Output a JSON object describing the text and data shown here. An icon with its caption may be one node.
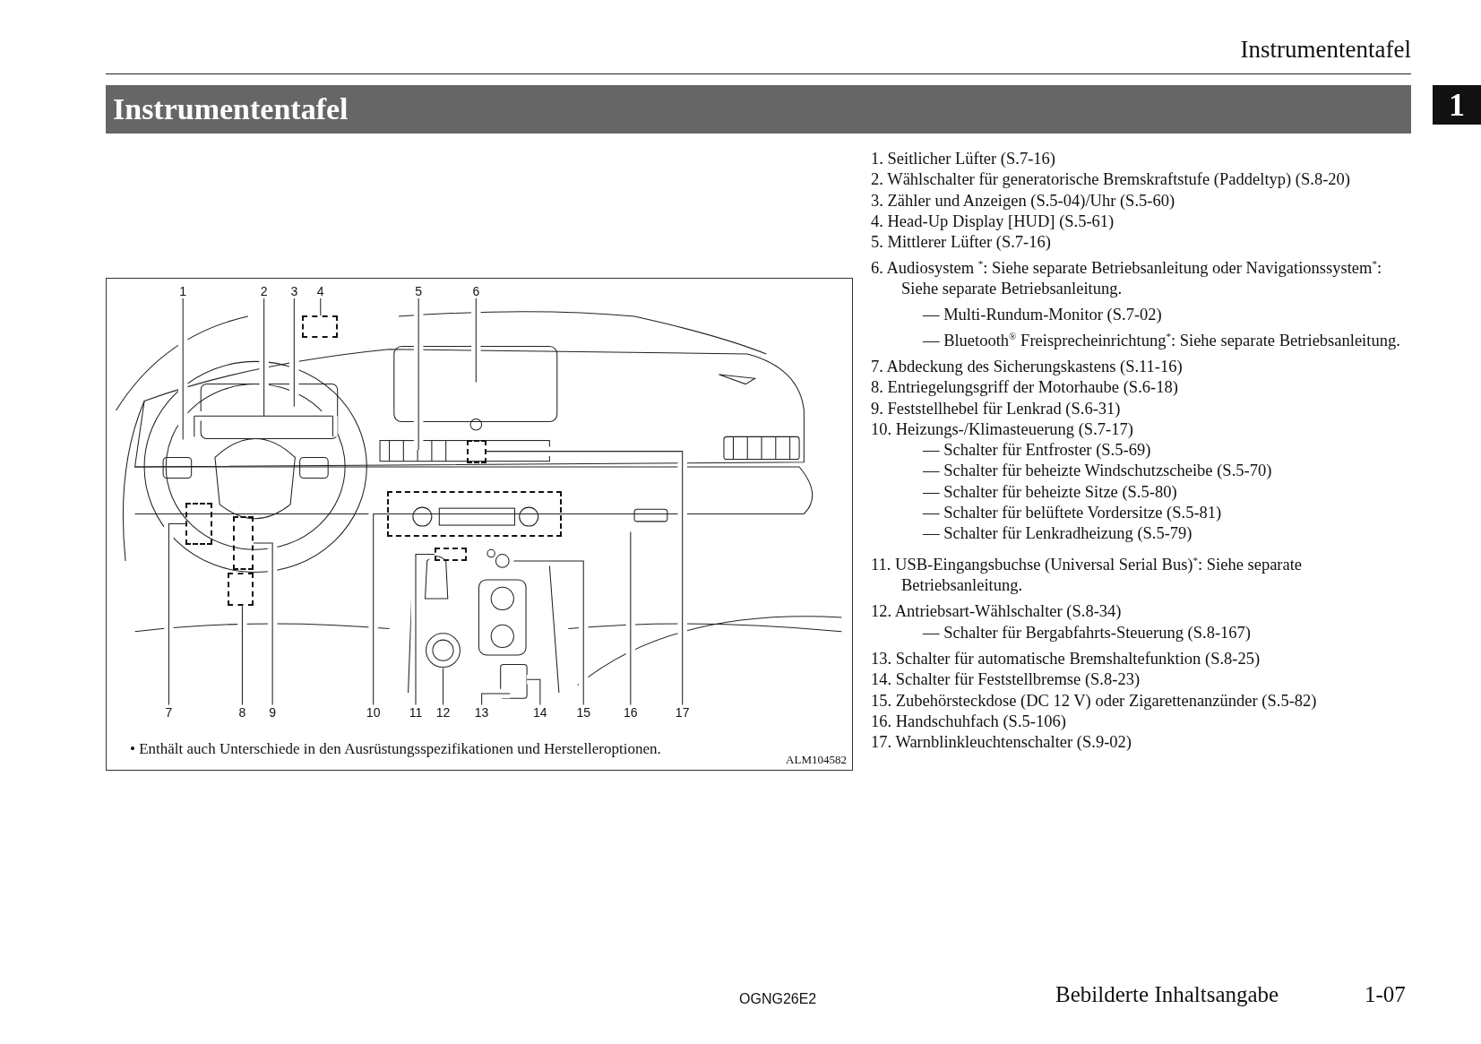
{
  "diagram": {
    "title": "Instrumententafel",
    "nodes": [
      {
        "text": [
          "1"
        ]
      },
      {
        "text": [
          "2"
        ]
      },
      {
        "text": [
          "3"
        ]
      },
      {
        "text": [
          "4"
        ]
      },
      {
        "text": [
          "5"
        ]
      },
      {
        "text": [
          "6"
        ]
      },
      {
        "text": [
          "7"
        ]
      },
      {
        "text": [
          "8"
        ]
      },
      {
        "text": [
          "9"
        ]
      },
      {
        "text": [
          "10"
        ]
      },
      {
        "text": [
          "11"
        ]
      },
      {
        "text": [
          "12"
        ]
      },
      {
        "text": [
          "13"
        ]
      },
      {
        "text": [
          "14"
        ]
      },
      {
        "text": [
          "15"
        ]
      },
      {
        "text": [
          "16"
        ]
      },
      {
        "text": [
          "17"
        ]
      },
      {
        "text": [],
        "shape": "box"
      },
      {
        "text": [],
        "shape": "box"
      },
      {
        "text": [],
        "shape": "box"
      },
      {
        "text": [],
        "shape": "box"
      },
      {
        "text": [],
        "shape": "box"
      },
      {
        "text": [],
        "shape": "box"
      },
      {
        "text": [],
        "shape": "box"
      }
    ],
    "edges": [
      {
        "from": 0,
        "to": null,
        "arrow": "none"
      },
      {
        "from": 1,
        "to": null,
        "arrow": "none"
      },
      {
        "from": 2,
        "to": null,
        "arrow": "none"
      },
      {
        "from": 3,
        "to": 17,
        "arrow": "none"
      },
      {
        "from": 4,
        "to": null,
        "arrow": "none"
      },
      {
        "from": 5,
        "to": null,
        "arrow": "none"
      },
      {
        "from": 6,
        "to": 18,
        "arrow": "none"
      },
      {
        "from": 7,
        "to": 20,
        "arrow": "none"
      },
      {
        "from": 8,
        "to": 19,
        "arrow": "none"
      },
      {
        "from": 9,
        "to": 21,
        "arrow": "none"
      },
      {
        "from": 10,
        "to": 22,
        "arrow": "none"
      },
      {
        "from": 11,
        "to": null,
        "arrow": "none"
      },
      {
        "from": 12,
        "to": null,
        "arrow": "none"
      },
      {
        "from": 13,
        "to": null,
        "arrow": "none"
      },
      {
        "from": 14,
        "to": null,
        "arrow": "none"
      },
      {
        "from": 15,
        "to": null,
        "arrow": "none"
      },
      {
        "from": 16,
        "to": 23,
        "arrow": "none"
      }
    ],
    "labels": [
      "Instrumententafel",
      "1",
      "• Enthält auch Unterschiede in den Ausrüstungsspezifikationen und Herstelleroptionen.",
      "ALM104582",
      "1. Seitlicher Lüfter (S.7-16)",
      "2. Wählschalter für generatorische Bremskraftstufe (Paddeltyp) (S.8-20)",
      "3. Zähler und Anzeigen (S.5-04)/Uhr (S.5-60)",
      "4. Head-Up Display [HUD] (S.5-61)",
      "5. Mittlerer Lüfter (S.7-16)",
      "6. Audiosystem $^{*}$: Siehe separate Betriebsanleitung oder Navigationssystem$^{*}$: Siehe separate Betriebsanleitung.",
      "— Multi-Rundum-Monitor (S.7-02)",
      "— Bluetooth$^{®}$ Freisprecheinrichtung$^{*}$: Siehe separate Betriebsanleitung.",
      "7. Abdeckung des Sicherungskastens (S.11-16)",
      "8. Entriegelungsgriff der Motorhaube (S.6-18)",
      "9. Feststellhebel für Lenkrad (S.6-31)",
      "10. Heizungs-/Klimasteuerung (S.7-17)",
      "— Schalter für Entfroster (S.5-69)",
      "— Schalter für beheizte Windschutzscheibe (S.5-70)",
      "— Schalter für beheizte Sitze (S.5-80)",
      "— Schalter für belüftete Vordersitze (S.5-81)",
      "— Schalter für Lenkradheizung (S.5-79)",
      "11. USB-Eingangsbuchse (Universal Serial Bus)$^{*}$: Siehe separate Betriebsanleitung.",
      "12. Antriebsart-Wählschalter (S.8-34)",
      "— Schalter für Bergabfahrts-Steuerung (S.8-167)",
      "13. Schalter für automatische Bremshaltefunktion (S.8-25)",
      "14. Schalter für Feststellbremse (S.8-23)",
      "15. Zubehörsteckdose (DC 12 V) oder Zigarettenanzünder (S.5-82)",
      "16. Handschuhfach (S.5-106)",
      "17. Warnblinkleuchtenschalter (S.9-02)",
      "OGNG26E2",
      "Bebilderte Inhaltsangabe",
      "1-07"
    ]
  }
}
